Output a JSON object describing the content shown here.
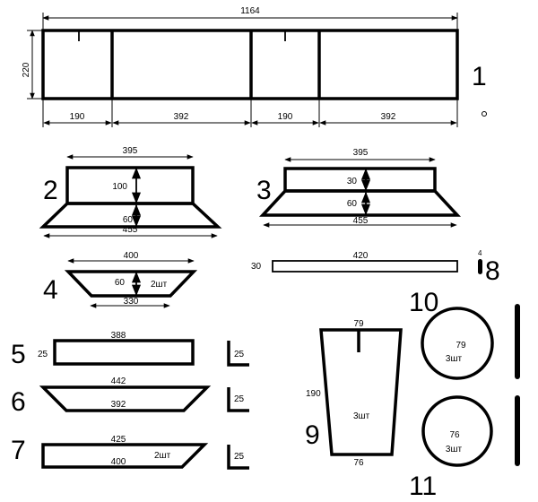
{
  "part1": {
    "label": "1",
    "width": "1164",
    "height": "220",
    "seg1": "190",
    "seg2": "392",
    "seg3": "190",
    "seg4": "392"
  },
  "part2": {
    "label": "2",
    "top": "395",
    "h1": "100",
    "h2": "60",
    "bottom": "455"
  },
  "part3": {
    "label": "3",
    "top": "395",
    "h1": "30",
    "h2": "60",
    "bottom": "455"
  },
  "part4": {
    "label": "4",
    "top": "400",
    "h": "60",
    "qty": "2шт",
    "bottom": "330"
  },
  "part5": {
    "label": "5",
    "top": "388",
    "h": "25",
    "corner": "25"
  },
  "part6": {
    "label": "6",
    "top": "442",
    "bottom": "392",
    "corner": "25"
  },
  "part7": {
    "label": "7",
    "top": "425",
    "bottom": "400",
    "qty": "2шт",
    "corner": "25"
  },
  "part8": {
    "label": "8",
    "len": "420",
    "h": "30",
    "w": "4"
  },
  "part9": {
    "label": "9",
    "top": "79",
    "h": "190",
    "qty": "3шт",
    "bottom": "76"
  },
  "part10": {
    "label": "10",
    "diam": "79",
    "qty": "3шт"
  },
  "part11": {
    "label": "11",
    "diam": "76",
    "qty": "3шт"
  }
}
